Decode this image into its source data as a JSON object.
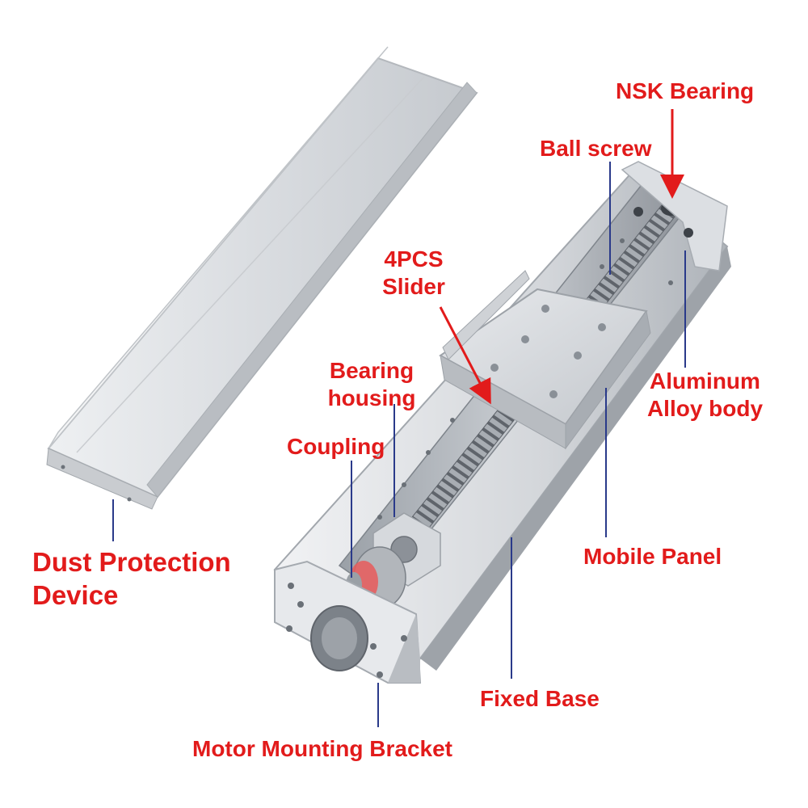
{
  "colors": {
    "label_text": "#e21b1b",
    "leader_line": "#2a3a8a",
    "arrow": "#e21b1b",
    "aluminum_light": "#e6e7ea",
    "aluminum_mid": "#c4c7cc",
    "aluminum_dark": "#8f949b",
    "background": "#ffffff"
  },
  "labels": {
    "nsk_bearing": "NSK Bearing",
    "ball_screw": "Ball screw",
    "slider_line1": "4PCS",
    "slider_line2": "Slider",
    "bearing_housing_line1": "Bearing",
    "bearing_housing_line2": "housing",
    "coupling": "Coupling",
    "aluminum_body_line1": "Aluminum",
    "aluminum_body_line2": "Alloy body",
    "mobile_panel": "Mobile Panel",
    "dust_protection_line1": "Dust Protection",
    "dust_protection_line2": "Device",
    "fixed_base": "Fixed Base",
    "motor_mounting_bracket": "Motor Mounting Bracket"
  }
}
